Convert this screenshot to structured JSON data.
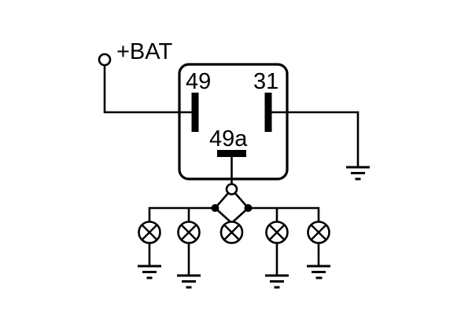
{
  "diagram": {
    "type": "electrical-wiring-diagram",
    "colors": {
      "background": "#ffffff",
      "line": "#000000"
    },
    "labels": {
      "battery": "+BAT",
      "terminal_49": "49",
      "terminal_31": "31",
      "terminal_49a": "49a"
    },
    "symbols": {
      "battery_terminal": "open-circle",
      "relay": "rounded-box-with-terminal-bars",
      "switch_contact": "filled-dot",
      "lamp": "circle-with-diagonal-cross",
      "ground": "three-stacked-bars"
    },
    "counts": {
      "lamps": 5,
      "grounds": 5,
      "switch_contacts": 2
    }
  }
}
